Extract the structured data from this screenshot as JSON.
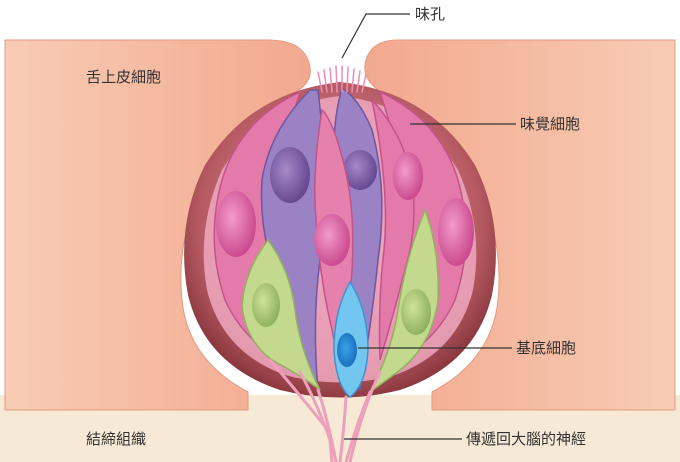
{
  "labels": {
    "taste_pore": "味孔",
    "tongue_epithelial_cells": "舌上皮細胞",
    "taste_cells": "味覺細胞",
    "basal_cells": "基底細胞",
    "connective_tissue": "結締組織",
    "nerve_to_brain": "傳遞回大腦的神經"
  },
  "colors": {
    "epithelium": "#f6c1a5",
    "connective_tissue": "#f6ead6",
    "bud_outer": "#9c3f3f",
    "taste_cell_pink": "#e773a8",
    "taste_cell_purple": "#8c73b7",
    "support_cell_green": "#bed585",
    "basal_cell_blue": "#63bde9",
    "nerve": "#ec9fb8"
  }
}
